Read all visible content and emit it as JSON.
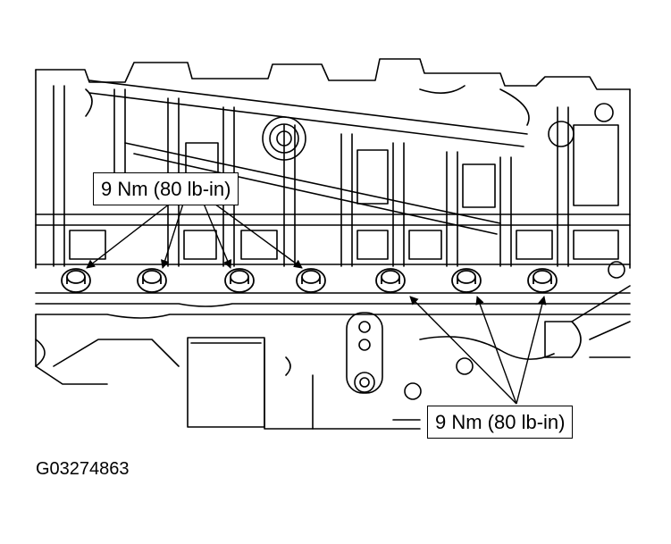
{
  "callouts": {
    "top_label": "9 Nm (80 lb-in)",
    "bottom_label": "9 Nm (80 lb-in)"
  },
  "figure_id": "G03274863",
  "bolts": {
    "count": 7,
    "top_group_count": 4,
    "bottom_group_count": 3
  },
  "colors": {
    "line": "#000000",
    "background": "#ffffff"
  }
}
